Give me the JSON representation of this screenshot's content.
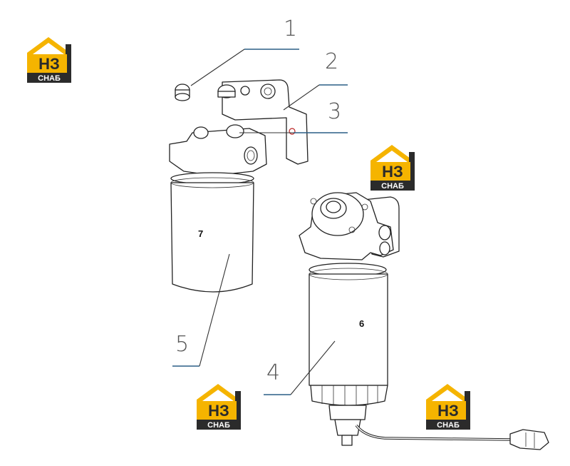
{
  "logo": {
    "letters": "НЗ",
    "subtitle": "СНАБ",
    "colors": {
      "roof": "#f5b400",
      "body": "#2b2b2b",
      "text": "#ffffff"
    }
  },
  "callouts": [
    "1",
    "2",
    "3",
    "4",
    "5"
  ],
  "part_labels": [
    "7",
    "6"
  ]
}
